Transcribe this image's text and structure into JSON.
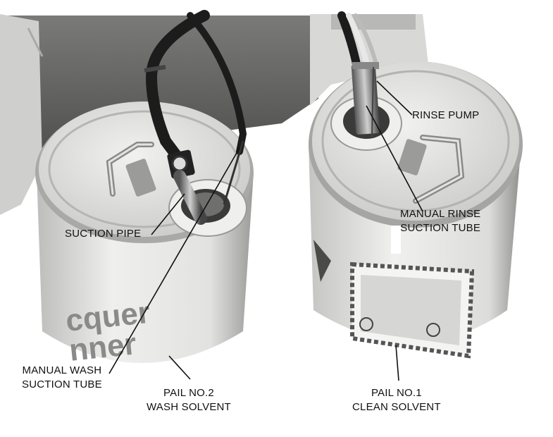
{
  "labels": {
    "suction_pipe": "SUCTION PIPE",
    "rinse_pump": "RINSE PUMP",
    "manual_rinse_line1": "MANUAL RINSE",
    "manual_rinse_line2": "SUCTION TUBE",
    "manual_wash_line1": "MANUAL WASH",
    "manual_wash_line2": "SUCTION TUBE",
    "pail2_line1": "PAIL NO.2",
    "pail2_line2": "WASH SOLVENT",
    "pail1_line1": "PAIL NO.1",
    "pail1_line2": "CLEAN SOLVENT"
  },
  "pail_print": {
    "left_text_line1": "cquer",
    "left_text_line2": "nner"
  },
  "colors": {
    "background": "#ffffff",
    "cabinet": "#5a5a58",
    "pail_body": "#e6e6e4",
    "lid": "#d9d9d7",
    "hose": "#1c1c1c",
    "leader": "#111111"
  }
}
